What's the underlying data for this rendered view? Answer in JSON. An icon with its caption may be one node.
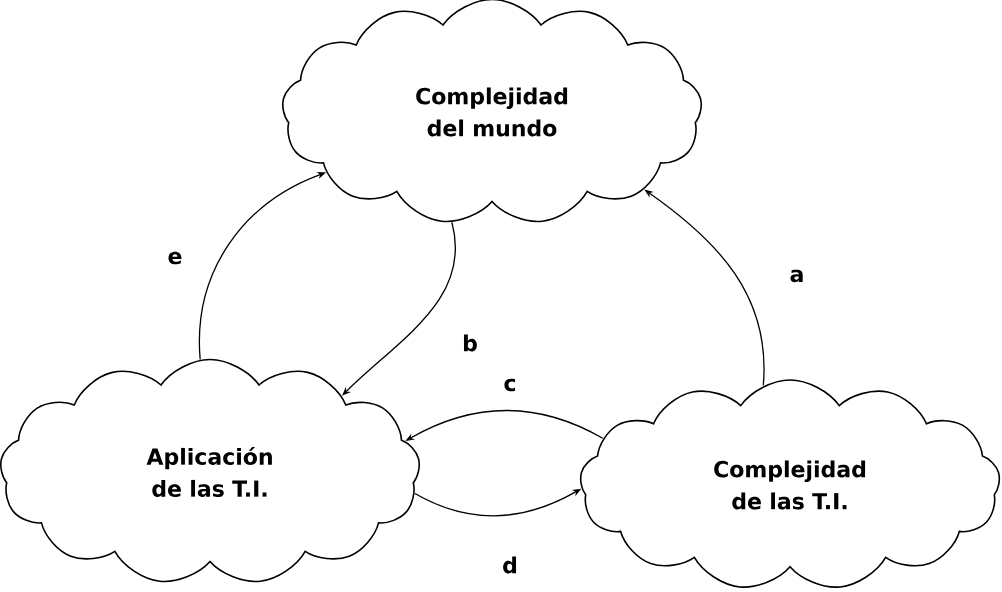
{
  "diagram": {
    "nodes": [
      {
        "text": [
          "Complejidad del mundo"
        ]
      },
      {
        "text": [
          "Aplicación de las T.I."
        ]
      },
      {
        "text": [
          "Complejidad de las T.I."
        ]
      }
    ],
    "edges": [
      {
        "from": 2,
        "to": 0,
        "arrow": "to",
        "label": "a"
      },
      {
        "from": 0,
        "to": 1,
        "arrow": "to",
        "label": "b"
      },
      {
        "from": 2,
        "to": 1,
        "arrow": "to",
        "label": "c"
      },
      {
        "from": 1,
        "to": 2,
        "arrow": "to",
        "label": "d"
      },
      {
        "from": 1,
        "to": 0,
        "arrow": "to",
        "label": "e"
      }
    ]
  }
}
